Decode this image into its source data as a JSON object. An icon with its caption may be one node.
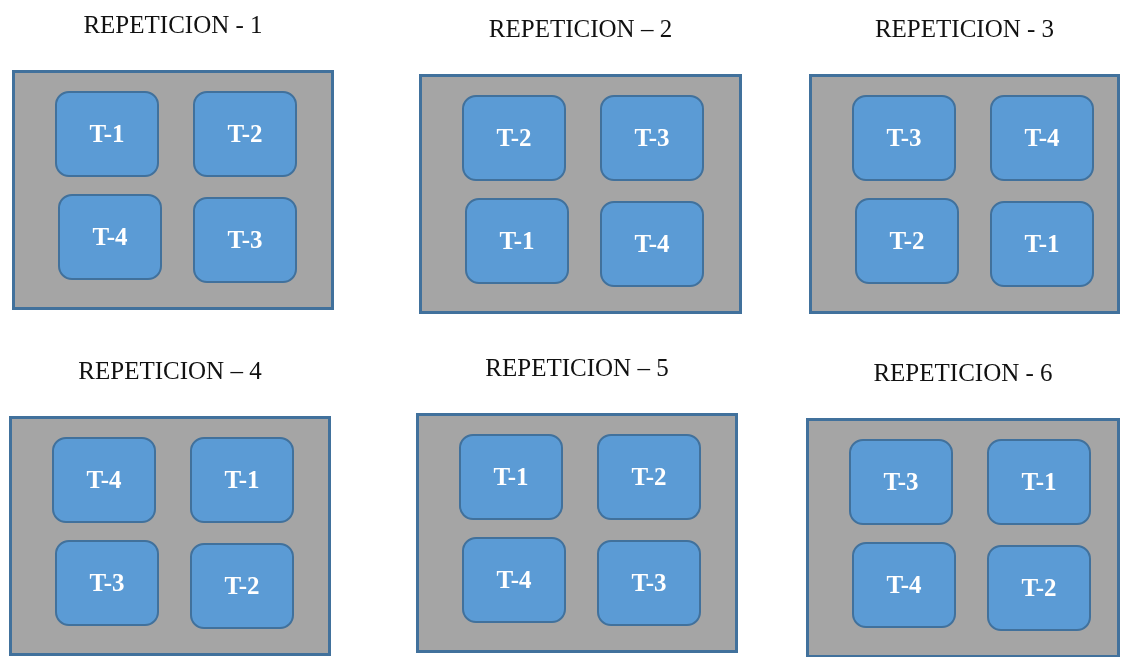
{
  "diagram": {
    "nodes": [
      {
        "text": [
          "REPETICION - 1"
        ]
      },
      {
        "text": [
          "T-1"
        ],
        "in": 0
      },
      {
        "text": [
          "T-2"
        ],
        "in": 0
      },
      {
        "text": [
          "T-4"
        ],
        "in": 0
      },
      {
        "text": [
          "T-3"
        ],
        "in": 0
      },
      {
        "text": [
          "REPETICION – 2"
        ]
      },
      {
        "text": [
          "T-2"
        ],
        "in": 5
      },
      {
        "text": [
          "T-3"
        ],
        "in": 5
      },
      {
        "text": [
          "T-1"
        ],
        "in": 5
      },
      {
        "text": [
          "T-4"
        ],
        "in": 5
      },
      {
        "text": [
          "REPETICION - 3"
        ]
      },
      {
        "text": [
          "T-3"
        ],
        "in": 10
      },
      {
        "text": [
          "T-4"
        ],
        "in": 10
      },
      {
        "text": [
          "T-2"
        ],
        "in": 10
      },
      {
        "text": [
          "T-1"
        ],
        "in": 10
      },
      {
        "text": [
          "REPETICION – 4"
        ]
      },
      {
        "text": [
          "T-4"
        ],
        "in": 15
      },
      {
        "text": [
          "T-1"
        ],
        "in": 15
      },
      {
        "text": [
          "T-3"
        ],
        "in": 15
      },
      {
        "text": [
          "T-2"
        ],
        "in": 15
      },
      {
        "text": [
          "REPETICION – 5"
        ]
      },
      {
        "text": [
          "T-1"
        ],
        "in": 20
      },
      {
        "text": [
          "T-2"
        ],
        "in": 20
      },
      {
        "text": [
          "T-4"
        ],
        "in": 20
      },
      {
        "text": [
          "T-3"
        ],
        "in": 20
      },
      {
        "text": [
          "REPETICION - 6"
        ]
      },
      {
        "text": [
          "T-3"
        ],
        "in": 25
      },
      {
        "text": [
          "T-1"
        ],
        "in": 25
      },
      {
        "text": [
          "T-4"
        ],
        "in": 25
      },
      {
        "text": [
          "T-2"
        ],
        "in": 25
      }
    ]
  }
}
